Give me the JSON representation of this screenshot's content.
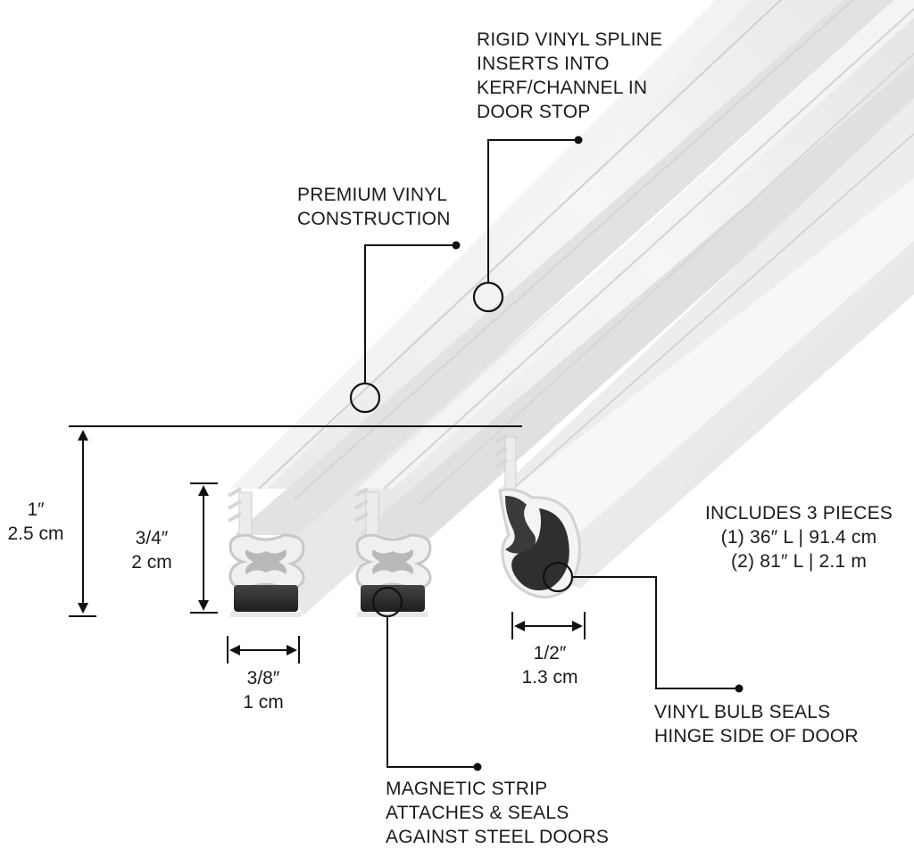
{
  "callouts": {
    "spline": {
      "lines": [
        "RIGID VINYL SPLINE",
        "INSERTS INTO",
        "KERF/CHANNEL IN",
        "DOOR STOP"
      ]
    },
    "construction": {
      "lines": [
        "PREMIUM VINYL",
        "CONSTRUCTION"
      ]
    },
    "includes": {
      "lines": [
        "INCLUDES 3 PIECES",
        "(1) 36″ L | 91.4 cm",
        "(2) 81″ L | 2.1 m"
      ]
    },
    "bulb": {
      "lines": [
        "VINYL BULB SEALS",
        "HINGE SIDE OF DOOR"
      ]
    },
    "magnetic": {
      "lines": [
        "MAGNETIC STRIP",
        "ATTACHES & SEALS",
        "AGAINST STEEL DOORS"
      ]
    }
  },
  "dimensions": {
    "total_height": {
      "imperial": "1″",
      "metric": "2.5 cm"
    },
    "profile_height": {
      "imperial": "3/4″",
      "metric": "2 cm"
    },
    "profile_width": {
      "imperial": "3/8″",
      "metric": "1 cm"
    },
    "bulb_width": {
      "imperial": "1/2″",
      "metric": "1.3 cm"
    }
  },
  "colors": {
    "vinyl_light": "#f2f2f2",
    "vinyl_mid": "#dcdcdc",
    "vinyl_shadow": "#c4c4c4",
    "magnet": "#2b2b2b",
    "line": "#111111"
  }
}
